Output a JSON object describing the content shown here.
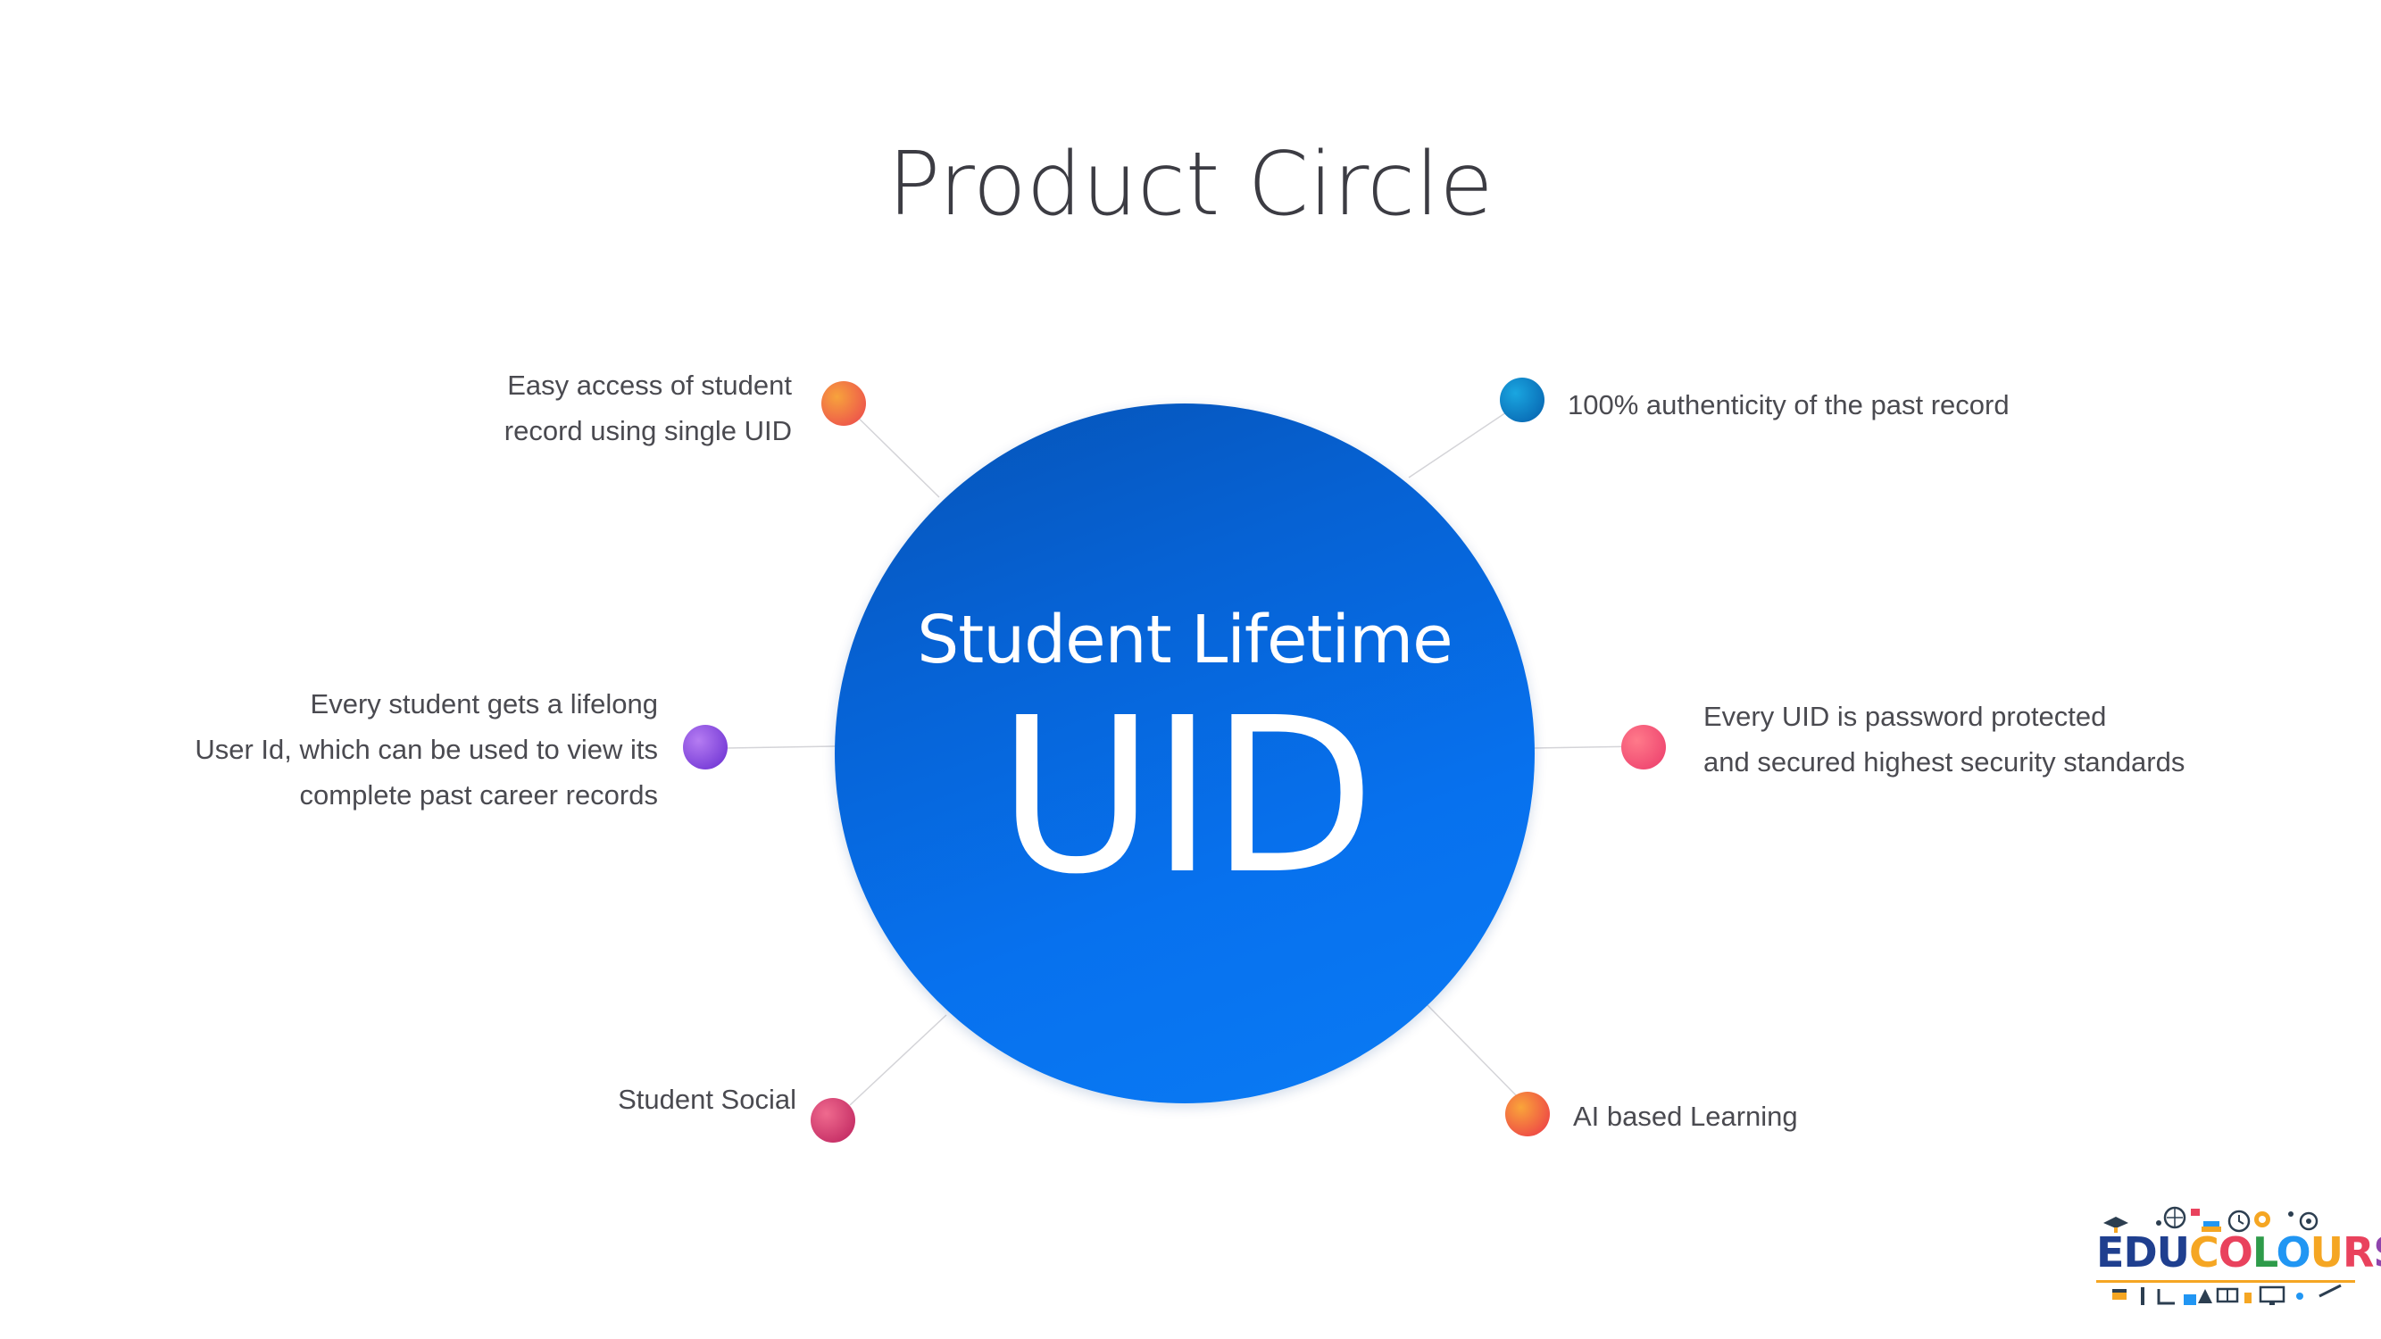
{
  "title": "Product Circle",
  "hub": {
    "subtitle": "Student Lifetime",
    "main": "UID"
  },
  "features": [
    {
      "id": "easy-access",
      "lines": [
        "Easy access of student",
        "record using single UID"
      ],
      "dot_color": "#f0694a"
    },
    {
      "id": "authenticity",
      "lines": [
        "100% authenticity of the past record"
      ],
      "dot_color": "#0a86c8"
    },
    {
      "id": "lifelong-id",
      "lines": [
        "Every student gets a lifelong",
        "User Id, which can be used to view its",
        "complete past career records"
      ],
      "dot_color": "#8a4fe0"
    },
    {
      "id": "password-protected",
      "lines": [
        "Every UID is password protected",
        "and secured highest security standards"
      ],
      "dot_color": "#f0587a"
    },
    {
      "id": "student-social",
      "lines": [
        "Student Social"
      ],
      "dot_color": "#d9407a"
    },
    {
      "id": "ai-learning",
      "lines": [
        "AI based Learning"
      ],
      "dot_color": "#f36a3e"
    }
  ],
  "logo": {
    "letters": [
      {
        "ch": "E",
        "color": "#1f3f8f"
      },
      {
        "ch": "D",
        "color": "#1f3f8f"
      },
      {
        "ch": "U",
        "color": "#1f3f8f"
      },
      {
        "ch": "C",
        "color": "#f5a623"
      },
      {
        "ch": "O",
        "color": "#e9425d"
      },
      {
        "ch": "L",
        "color": "#2e9b4a"
      },
      {
        "ch": "O",
        "color": "#2196f3"
      },
      {
        "ch": "U",
        "color": "#f5a623"
      },
      {
        "ch": "R",
        "color": "#e9425d"
      },
      {
        "ch": "S",
        "color": "#8e44ad"
      }
    ]
  }
}
